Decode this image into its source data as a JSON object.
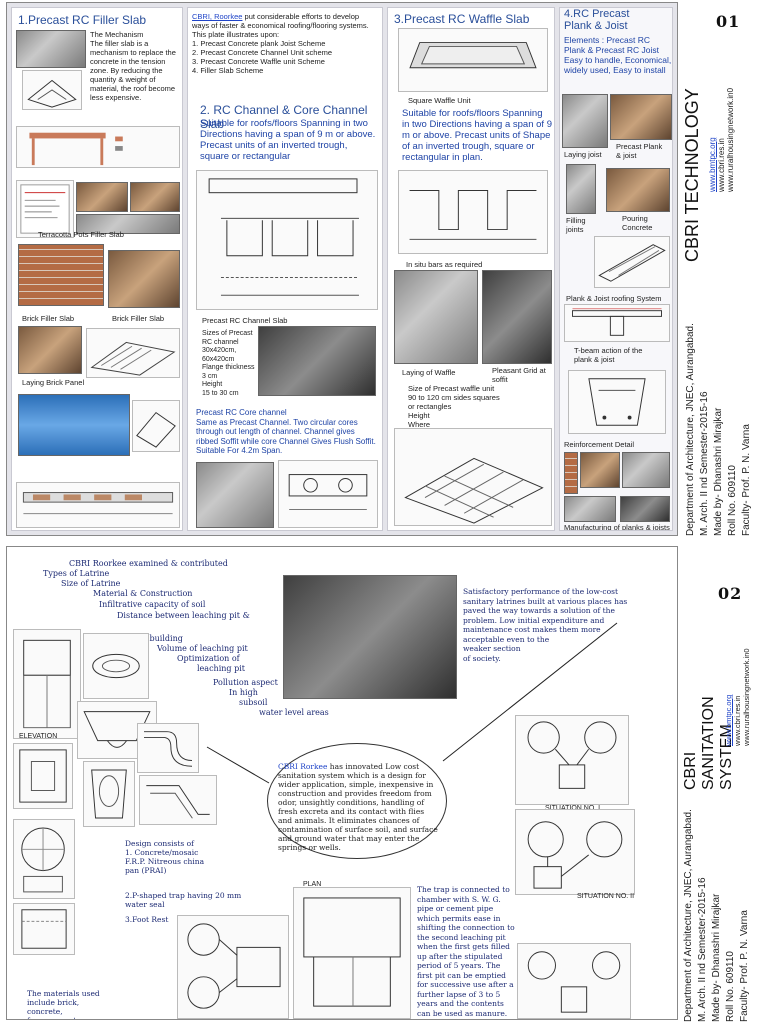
{
  "sheet1": {
    "number": "01",
    "title": "CBRI TECHNOLOGY",
    "links": [
      "www.bmtpc.org",
      "www.cbri.res.in",
      "www.ruralhousingnetwork.in0"
    ],
    "credits": [
      "Department of Architecture,  JNEC, Aurangabad.",
      "M. Arch. II nd Semester-2015-16",
      "Made by-  Dhanashri Mirajkar",
      "Roll No. 609110",
      "Faculty- Prof.  P. N. Varna"
    ],
    "filler": {
      "heading": "1.Precast RC Filler Slab",
      "mechanism": "The Mechanism\nThe filler slab is a mechanism to replace the concrete in the tension zone. By reducing the quantity & weight of material, the roof become less expensive.",
      "terracotta": "Terracotta Pots Filler Slab",
      "brick1": "Brick Filler Slab",
      "brick2": "Brick Filler Slab",
      "laying": "Laying Brick Panel"
    },
    "intro": {
      "org": "CBRI, Roorkee",
      "text": " put considerable efforts to develop ways of faster & economical roofing/flooring systems.\nThis plate illustrates upon:",
      "list": [
        "1.  Precast Concrete plank Joist Scheme",
        "2.  Precast Concrete Channel Unit scheme",
        "3.  Precast Concrete Waffle unit Scheme",
        "4.  Filler Slab Scheme"
      ]
    },
    "channel": {
      "heading": "2. RC Channel & Core Channel Slab",
      "desc": "Suitable for roofs/floors Spanning in two Directions having a span of 9 m or above. Precast units of  an inverted trough, square or rectangular",
      "caption": "Precast RC Channel Slab",
      "sizes": "Sizes of Precast RC channel\n30x420cm,\n60x420cm\nFlange thickness\n3 cm\nHeight\n15 to 30 cm",
      "core": "Precast RC Core channel\nSame as Precast Channel. Two circular cores through out  length of channel. Channel gives ribbed Soffit  while core Channel Gives Flush Soffit. Suitable For 4.2m Span."
    },
    "waffle": {
      "heading": "3.Precast RC Waffle Slab",
      "unit": "Square Waffle Unit",
      "desc": "Suitable for roofs/floors Spanning in two Directions having a span of 9 m or above. Precast units of Shape of an inverted trough, square or rectangular in plan.",
      "insitu": "In situ bars as required",
      "laying": "Laying of Waffle",
      "grid": "Pleasant Grid at soffit",
      "size": "Size of Precast waffle unit\n90 to 120 cm sides squares\n      or rectangles\nHeight\nWhere"
    },
    "plank": {
      "heading": "4.RC Precast\nPlank & Joist",
      "elements": "Elements : Precast RC Plank & Precast RC Joist\nEasy to handle, Economical, widely used, Easy to install",
      "c1": "Laying joist",
      "c2": "Precast Plank\n& joist",
      "c3": "Filling\njoints",
      "c4": "Pouring\nConcrete",
      "c5": "Plank & Joist  roofing System",
      "c6": "T-beam action of the\nplank & joist",
      "c7": "Reinforcement Detail",
      "c8": "Manufacturing of planks & joists"
    }
  },
  "sheet2": {
    "number": "02",
    "title": "CBRI SANITATION\nSYSTEM",
    "links": [
      "www.bmtpc.org",
      "www.cbri.res.in",
      "www.ruralhousingnetwork.in0"
    ],
    "credits": [
      "Department of Architecture,  JNEC, Aurangabad.",
      "M. Arch. II nd Semester-2015-16",
      "Made by-  Dhanashri Mirajkar",
      "Roll No. 609110",
      "Faculty- Prof.  P. N. Varna"
    ],
    "examined": [
      "CBRI Roorkee examined & contributed",
      "Types of Latrine",
      "Size of Latrine",
      "Material & Construction",
      "Infiltrative capacity of soil",
      "Distance between leaching pit &",
      "existing building",
      "Volume of leaching pit",
      "Optimization of",
      "leaching pit",
      "Pollution aspect",
      "In high",
      "subsoil",
      "water level areas"
    ],
    "performance": "Satisfactory performance of the low-cost sanitary latrines built at various places has paved the way towards a solution of the problem.  Low initial expenditure and maintenance cost makes them more acceptable even to the\nweaker section\nof society.",
    "innovation_org": "CBRI Rorkee",
    "innovation": " has innovated  Low cost sanitation system which is a design for wider application, simple, inexpensive in construction and provides freedom from odor, unsightly conditions, handling of fresh excreta and its contact with flies and animals. It  eliminates chances of contamination of surface soil, and surface and ground water that may enter the springs or wells.",
    "design": "Design consists of\n   1. Concrete/mosaic\n   F.R.P.  Nitreous china\n   pan (PRAI)",
    "trap": "2.P-shaped trap having 20 mm\nwater seal",
    "foot": "3.Foot Rest",
    "materials": "The materials used\n include brick,\nconcrete,\nferro-cement,",
    "connection": "The trap is connected to chamber with S. W. G. pipe or cement pipe which permits ease in shifting the connection to the second leaching pit when the first gets filled up after the stipulated period of 5 years. The first pit can be emptied for successive use after a further lapse of 3 to 5 years and the contents can be used as manure.",
    "labels": [
      "ELEVATION",
      "PLAN",
      "SITUATION NO. I",
      "SITUATION NO. II"
    ]
  }
}
